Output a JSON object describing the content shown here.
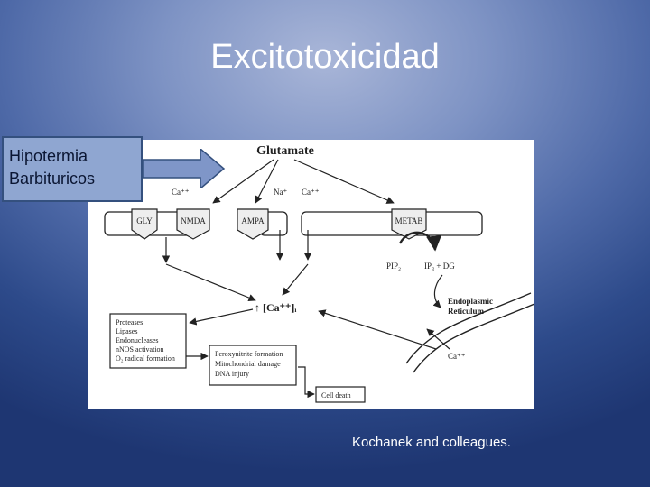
{
  "slide": {
    "title": "Excitotoxicidad",
    "note_lines": [
      "Hipotermia",
      "Barbituricos"
    ],
    "caption": "Kochanek and colleagues."
  },
  "diagram": {
    "glutamate": "Glutamate",
    "ions": {
      "ca_left": "Ca⁺⁺",
      "na": "Na⁺",
      "ca_mid": "Ca⁺⁺",
      "ca_er": "Ca⁺⁺"
    },
    "receptors": {
      "gly": "GLY",
      "nmda": "NMDA",
      "ampa": "AMPA",
      "metab": "METAB"
    },
    "pip2": "PIP₂",
    "ip3_dg": "IP₃ + DG",
    "er_label": [
      "Endoplasmic",
      "Reticulum"
    ],
    "calcium_center": "↑ [Ca⁺⁺]ᵢ",
    "enzymes": [
      "Proteases",
      "Lipases",
      "Endonucleases",
      "nNOS activation",
      "O₂ radical formation"
    ],
    "damage": [
      "Peroxynitrite formation",
      "Mitochondrial damage",
      "DNA injury"
    ],
    "outcome": "Cell death"
  },
  "colors": {
    "note_fill": "#8fa6d1",
    "note_border": "#34507e",
    "arrow_fill": "#7f96c8"
  }
}
